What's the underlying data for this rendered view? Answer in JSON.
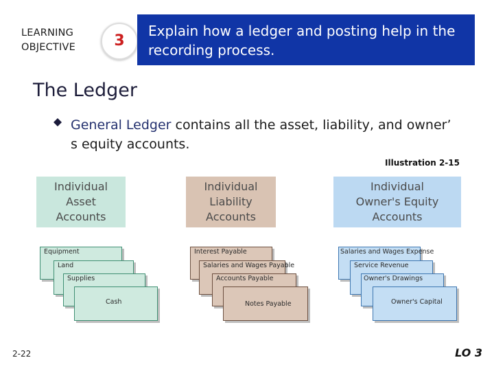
{
  "header": {
    "lo_label_line1": "LEARNING",
    "lo_label_line2": "OBJECTIVE",
    "lo_number": "3",
    "objective_text": "Explain how a ledger and posting help in the recording process."
  },
  "title": "The Ledger",
  "bullet": {
    "term": "General Ledger",
    "rest": " contains all the asset, liability, and owner’ s equity accounts."
  },
  "illustration_label": "Illustration 2-15",
  "categories": {
    "asset": [
      "Individual",
      "Asset",
      "Accounts"
    ],
    "liability": [
      "Individual",
      "Liability",
      "Accounts"
    ],
    "equity": [
      "Individual",
      "Owner's Equity",
      "Accounts"
    ]
  },
  "asset_cards": [
    "Equipment",
    "Land",
    "Supplies",
    "Cash"
  ],
  "liability_cards": [
    "Interest Payable",
    "Salaries and Wages Payable",
    "Accounts Payable",
    "Notes Payable"
  ],
  "equity_cards": [
    "Salaries and Wages Expense",
    "Service Revenue",
    "Owner's Drawings",
    "Owner's Capital"
  ],
  "footer": {
    "page": "2-22",
    "lo": "LO 3"
  },
  "colors": {
    "objective_bg": "#1035a6",
    "lo_number": "#cc1f1f",
    "asset_bg": "#c9e7dd",
    "liability_bg": "#d9c3b3",
    "equity_bg": "#bcd9f2"
  }
}
